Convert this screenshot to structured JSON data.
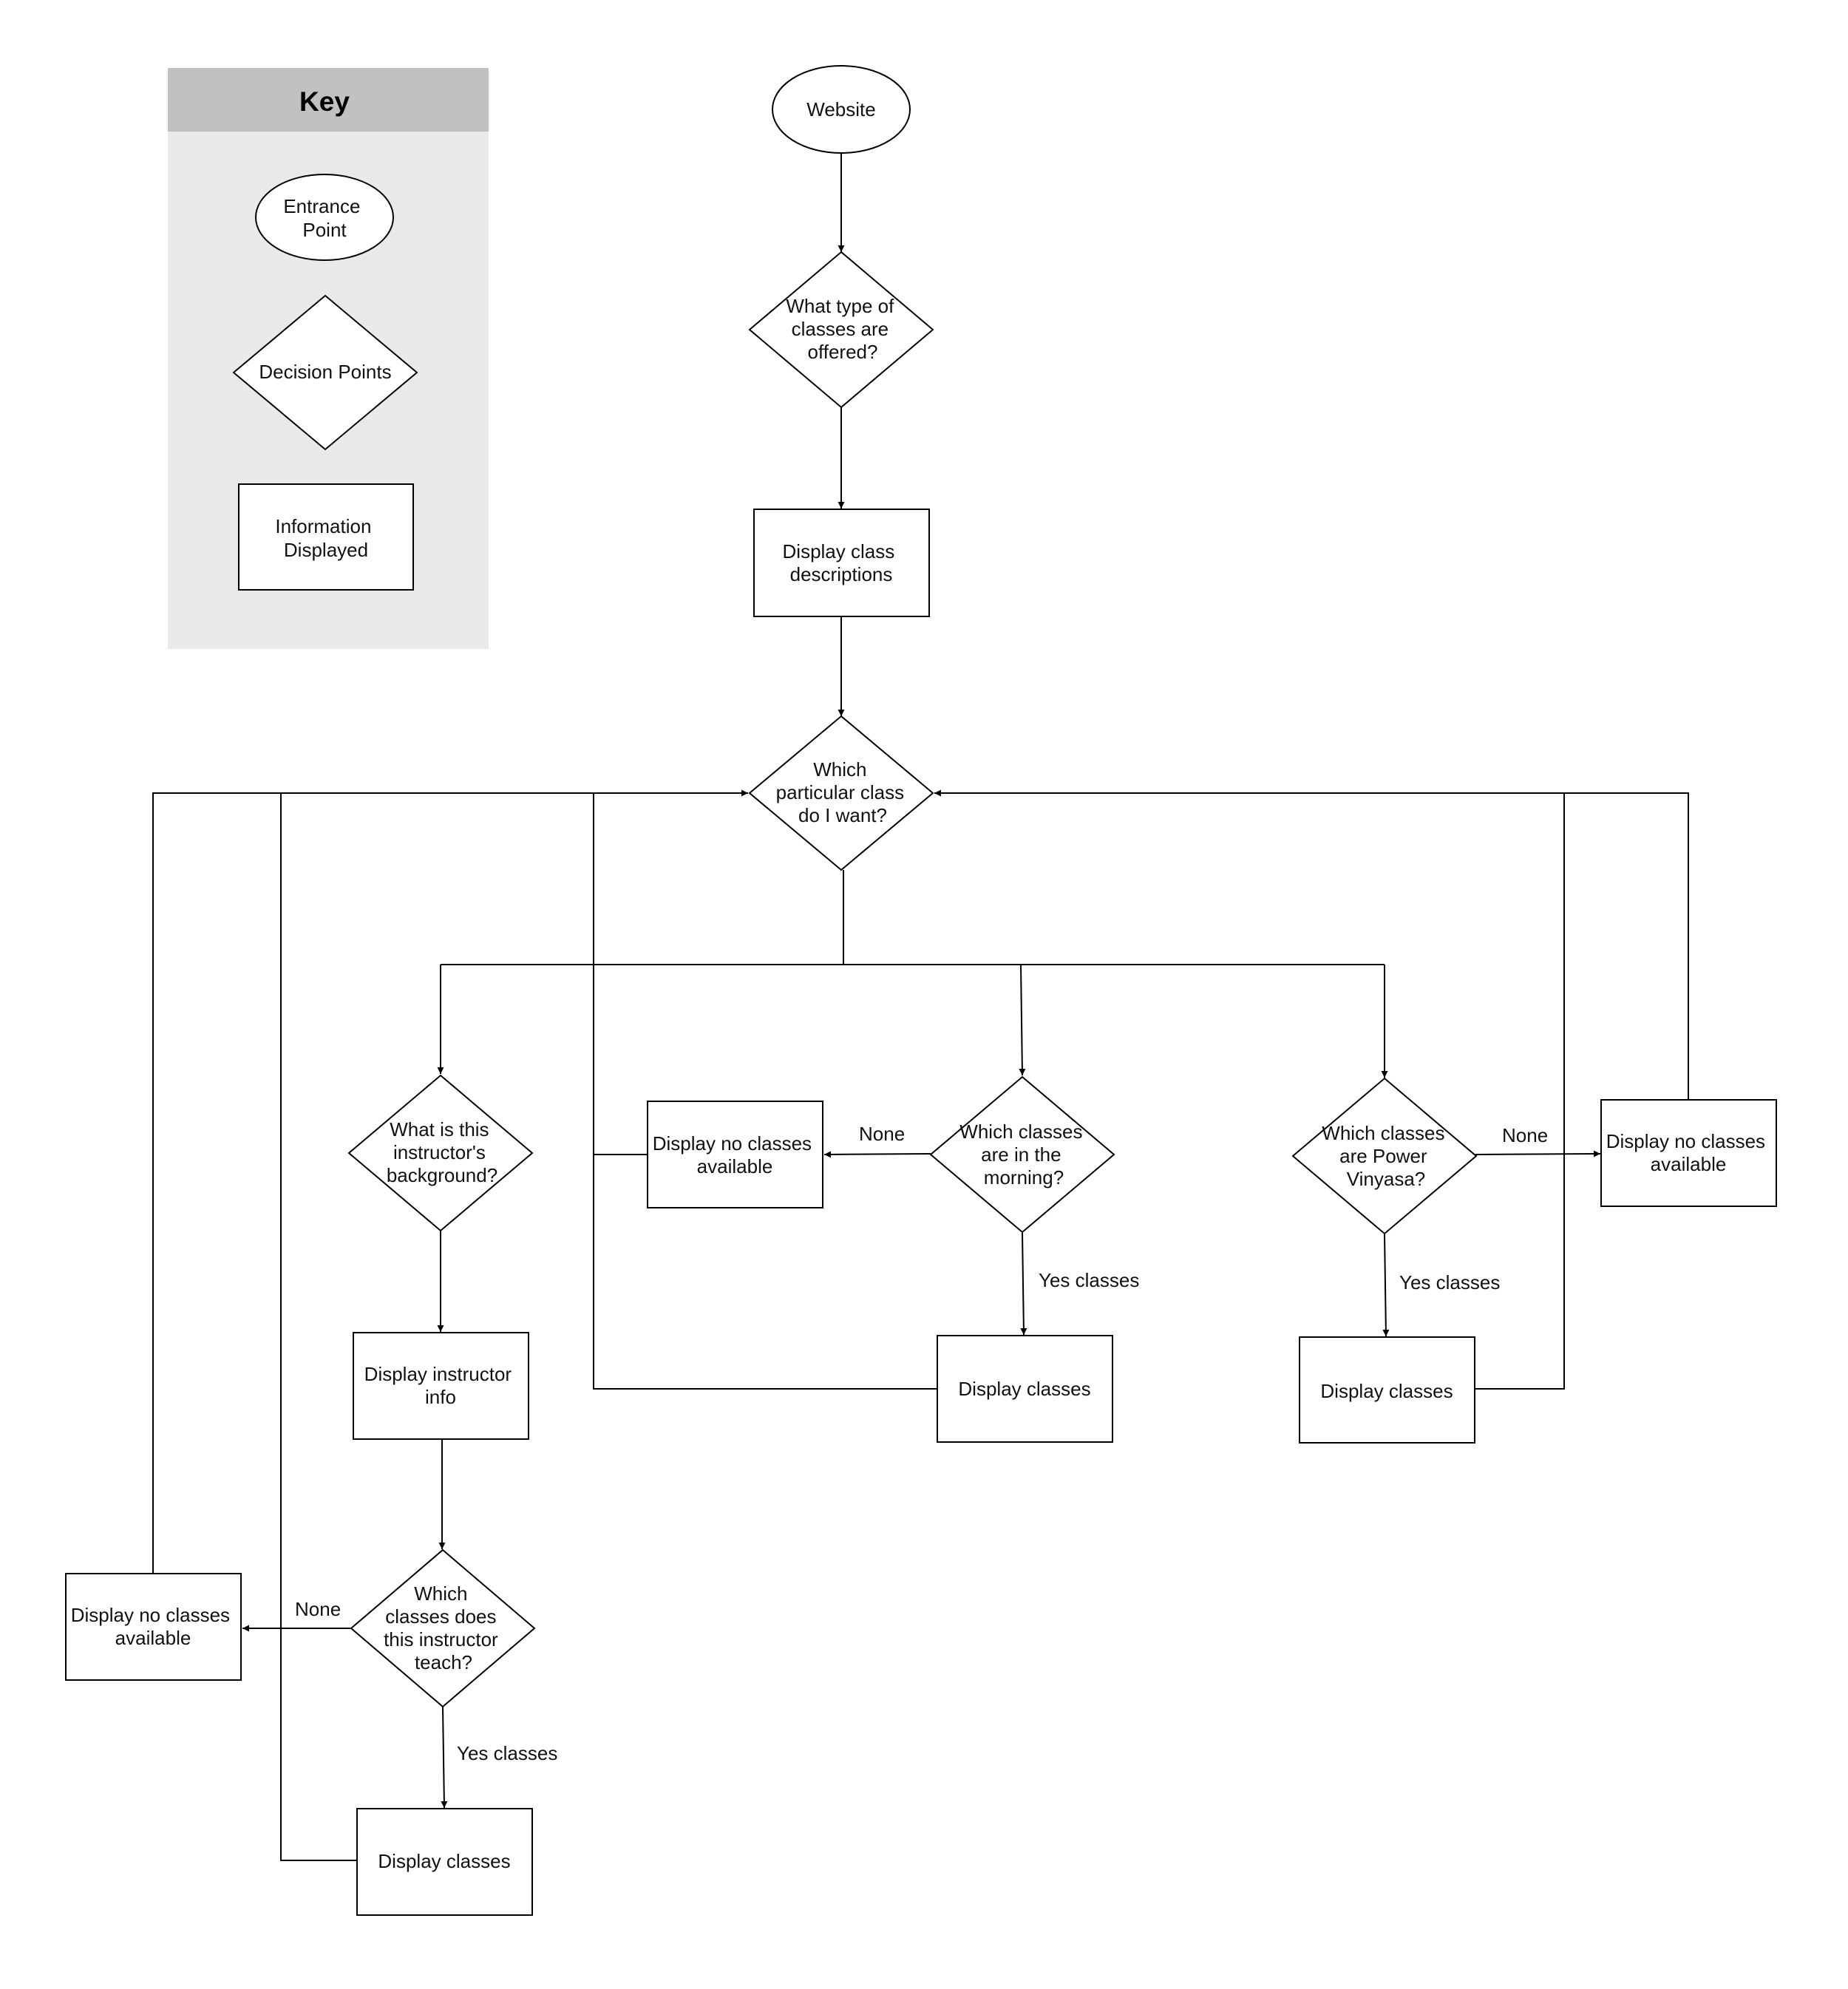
{
  "key": {
    "title": "Key",
    "colors": {
      "header": "#c1c1c3",
      "body": "#e9e9eb"
    },
    "items": [
      {
        "shape": "ellipse",
        "label": [
          "Entrance",
          "Point"
        ]
      },
      {
        "shape": "diamond",
        "label": [
          "Decision Points"
        ]
      },
      {
        "shape": "rect",
        "label": [
          "Information",
          "Displayed"
        ]
      }
    ]
  },
  "nodes": {
    "website": {
      "shape": "ellipse",
      "label": [
        "Website"
      ]
    },
    "q_class_types": {
      "shape": "diamond",
      "label": [
        "What type of",
        "classes are",
        "offered?"
      ]
    },
    "display_descriptions": {
      "shape": "rect",
      "label": [
        "Display class",
        "descriptions"
      ]
    },
    "q_particular_class": {
      "shape": "diamond",
      "label": [
        "Which",
        "particular class",
        "do I want?"
      ]
    },
    "q_instructor_background": {
      "shape": "diamond",
      "label": [
        "What is this",
        "instructor's",
        "background?"
      ]
    },
    "display_instructor_info": {
      "shape": "rect",
      "label": [
        "Display instructor",
        "info"
      ]
    },
    "q_instructor_classes": {
      "shape": "diamond",
      "label": [
        "Which",
        "classes does",
        "this instructor",
        "teach?"
      ]
    },
    "no_classes_instructor": {
      "shape": "rect",
      "label": [
        "Display no classes",
        "available"
      ]
    },
    "display_classes_instructor": {
      "shape": "rect",
      "label": [
        "Display classes"
      ]
    },
    "q_morning": {
      "shape": "diamond",
      "label": [
        "Which classes",
        "are in the",
        "morning?"
      ]
    },
    "no_classes_morning": {
      "shape": "rect",
      "label": [
        "Display no classes",
        "available"
      ]
    },
    "display_classes_morning": {
      "shape": "rect",
      "label": [
        "Display classes"
      ]
    },
    "q_power_vinyasa": {
      "shape": "diamond",
      "label": [
        "Which classes",
        "are Power",
        "Vinyasa?"
      ]
    },
    "no_classes_vinyasa": {
      "shape": "rect",
      "label": [
        "Display no classes",
        "available"
      ]
    },
    "display_classes_vinyasa": {
      "shape": "rect",
      "label": [
        "Display classes"
      ]
    }
  },
  "edge_labels": {
    "none": "None",
    "yes_classes": "Yes classes"
  }
}
